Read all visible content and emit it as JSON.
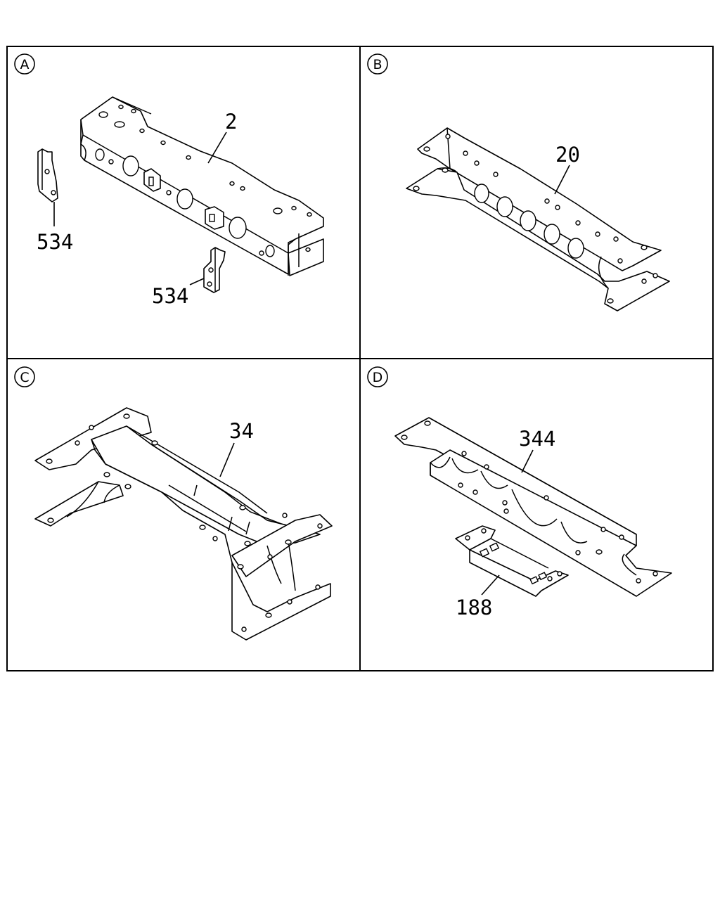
{
  "panels": [
    {
      "letter": "A",
      "callouts": [
        "2",
        "534",
        "534"
      ]
    },
    {
      "letter": "B",
      "callouts": [
        "20"
      ]
    },
    {
      "letter": "C",
      "callouts": [
        "34"
      ]
    },
    {
      "letter": "D",
      "callouts": [
        "344",
        "188"
      ]
    }
  ],
  "colors": {
    "line": "#000000",
    "background": "#ffffff"
  }
}
